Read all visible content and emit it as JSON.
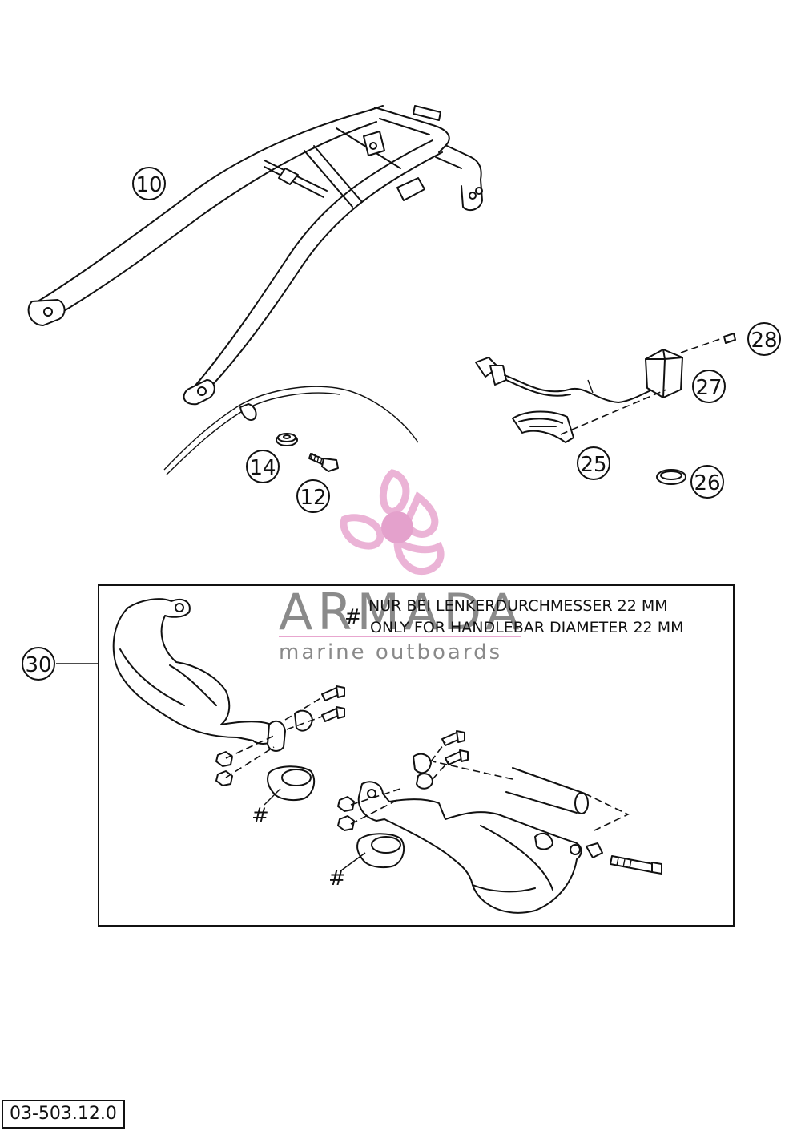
{
  "callouts": {
    "c10": "10",
    "c12": "12",
    "c14": "14",
    "c25": "25",
    "c26": "26",
    "c27": "27",
    "c28": "28",
    "c30": "30"
  },
  "kit_note": {
    "line1": "NUR BEI LENKERDURCHMESSER 22 MM",
    "line2": "ONLY FOR HANDLEBAR DIAMETER 22 MM",
    "marker": "#"
  },
  "watermark": {
    "title": "ARMADA",
    "subtitle": "marine outboards",
    "logo_pink": "#e8a6cf",
    "logo_accent": "#e091c4"
  },
  "part_code": "03-503.12.0"
}
